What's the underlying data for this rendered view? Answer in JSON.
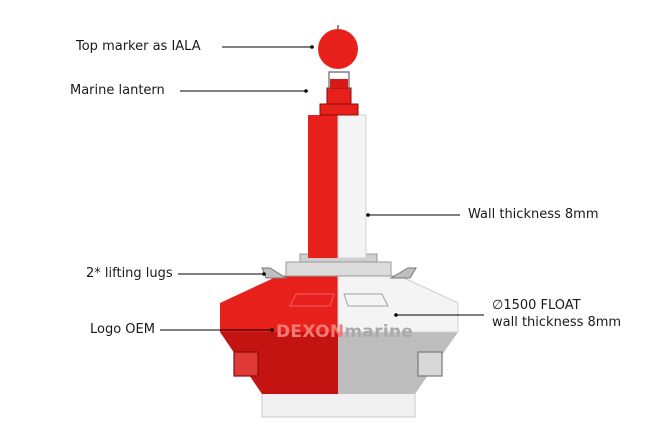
{
  "labels": {
    "top_marker": "Top marker as IALA",
    "marine_lantern": "Marine lantern",
    "wall_thickness": "Wall thickness 8mm",
    "lifting_lugs": "2* lifting lugs",
    "logo_oem": "Logo OEM",
    "float_diameter": "∅1500 FLOAT",
    "float_wall": "wall thickness 8mm"
  },
  "logo": {
    "part1": "DEXON",
    "part2": "marine"
  },
  "colors": {
    "red": "#e8201c",
    "red_dark": "#c41412",
    "white": "#f4f4f4",
    "grey": "#bdbdbd",
    "text": "#1a1a1a"
  }
}
